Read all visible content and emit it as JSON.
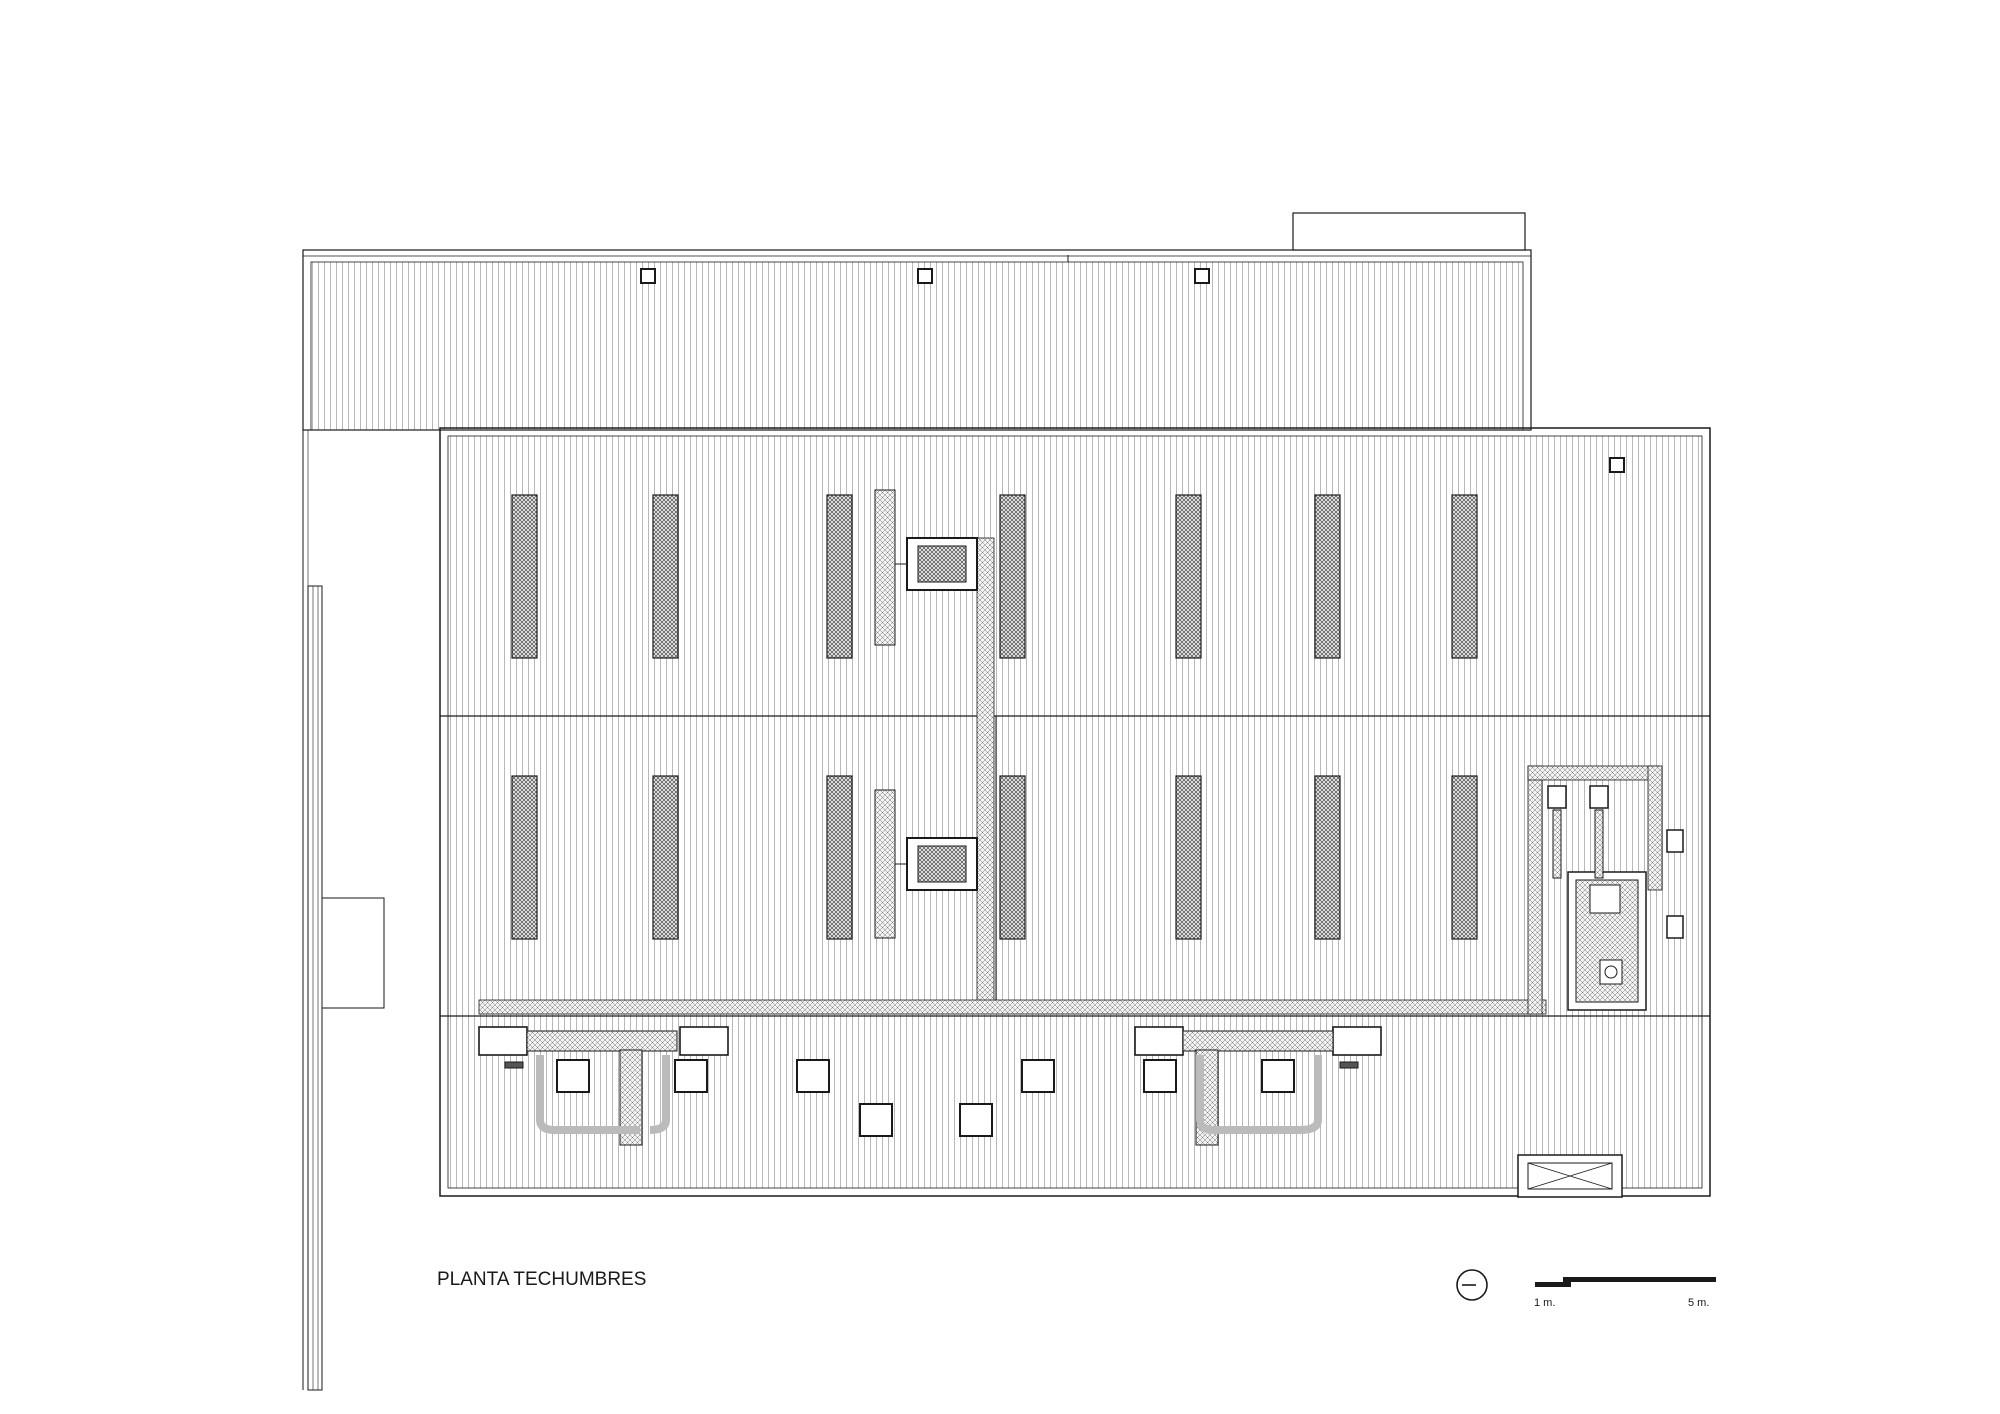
{
  "drawing": {
    "title": "PLANTA TECHUMBRES"
  },
  "scale_bar": {
    "label_small": "1 m.",
    "label_large": "5 m."
  },
  "north_arrow": {
    "icon": "north-arrow-icon"
  },
  "colors": {
    "line": "#1a1a1a",
    "fill_dark": "#555555",
    "background": "#ffffff"
  }
}
